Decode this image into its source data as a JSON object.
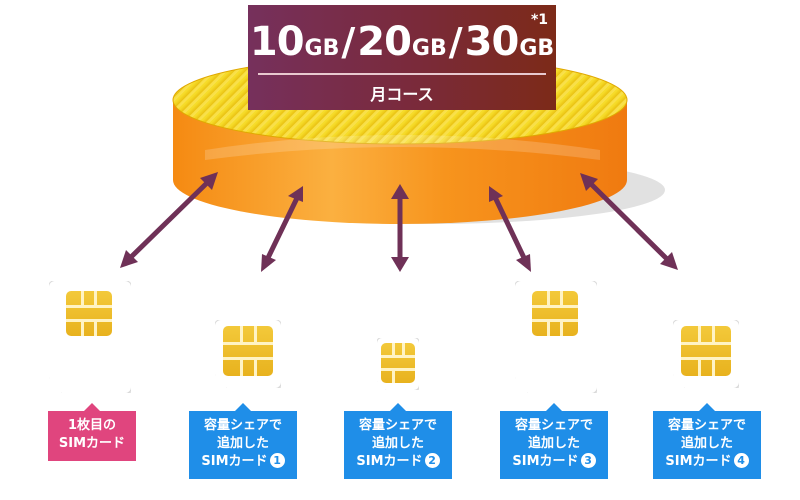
{
  "plan": {
    "sizes": [
      "10",
      "20",
      "30"
    ],
    "unit": "GB",
    "separator": "/",
    "note": "*1",
    "label": "月コース"
  },
  "sims": [
    {
      "id": "sim-1",
      "type": "large"
    },
    {
      "id": "sim-2",
      "type": "medium"
    },
    {
      "id": "sim-3",
      "type": "nano"
    },
    {
      "id": "sim-4",
      "type": "large"
    },
    {
      "id": "sim-5",
      "type": "medium"
    }
  ],
  "captions": [
    {
      "lines": [
        "1枚目の",
        "SIMカード"
      ],
      "badge": "",
      "color": "#e0457e"
    },
    {
      "lines": [
        "容量シェアで",
        "追加した",
        "SIMカード"
      ],
      "badge": "1",
      "color": "#1f8ee8"
    },
    {
      "lines": [
        "容量シェアで",
        "追加した",
        "SIMカード"
      ],
      "badge": "2",
      "color": "#1f8ee8"
    },
    {
      "lines": [
        "容量シェアで",
        "追加した",
        "SIMカード"
      ],
      "badge": "3",
      "color": "#1f8ee8"
    },
    {
      "lines": [
        "容量シェアで",
        "追加した",
        "SIMカード"
      ],
      "badge": "4",
      "color": "#1f8ee8"
    }
  ],
  "colors": {
    "pool_orange": "#f7941d",
    "pool_top_yellow": "#f5d90a",
    "arrow": "#6f3157",
    "header_purple": "#76305c",
    "header_brown": "#7c2a18"
  }
}
